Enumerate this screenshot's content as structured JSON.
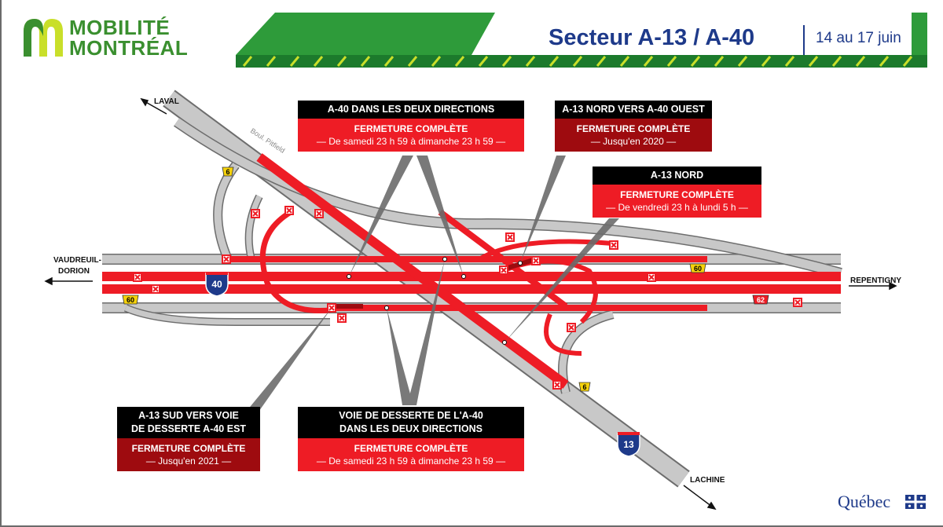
{
  "logo": {
    "line1": "MOBILITÉ",
    "line2": "MONTRÉAL",
    "color": "#3a8f2f"
  },
  "header": {
    "title": "Secteur A-13 / A-40",
    "dates": "14 au 17 juin",
    "band_color": "#2e9b3a",
    "stripe_color": "#c9df2a"
  },
  "places": {
    "laval": "LAVAL",
    "vaudreuil": "VAUDREUIL-",
    "dorion": "DORION",
    "repentigny": "REPENTIGNY",
    "lachine": "LACHINE",
    "pitfield": "Boul. Pitfield"
  },
  "shields": {
    "a40": "40",
    "a13": "13",
    "r6_a": "6",
    "r6_b": "6",
    "r60_a": "60",
    "r60_b": "60",
    "r62": "62"
  },
  "callouts": [
    {
      "id": "a40-both",
      "header": "A-40 DANS LES DEUX DIRECTIONS",
      "status": "FERMETURE COMPLÈTE",
      "detail": "— De samedi 23 h 59 à dimanche 23 h 59 —",
      "color": "#ee1c25"
    },
    {
      "id": "a13n-a40o",
      "header": "A-13 NORD VERS A-40 OUEST",
      "status": "FERMETURE COMPLÈTE",
      "detail": "— Jusqu'en 2020 —",
      "color": "#9e0b0f"
    },
    {
      "id": "a13n",
      "header": "A-13 NORD",
      "status": "FERMETURE COMPLÈTE",
      "detail": "— De vendredi 23 h à lundi 5 h —",
      "color": "#ee1c25"
    },
    {
      "id": "a13s-desserte",
      "header1": "A-13 SUD VERS VOIE",
      "header2": "DE DESSERTE A-40 EST",
      "status": "FERMETURE COMPLÈTE",
      "detail": "— Jusqu'en 2021 —",
      "color": "#9e0b0f"
    },
    {
      "id": "desserte-a40",
      "header1": "VOIE DE DESSERTE DE L'A-40",
      "header2": "DANS LES DEUX DIRECTIONS",
      "status": "FERMETURE COMPLÈTE",
      "detail": "— De samedi 23 h 59 à dimanche 23 h 59 —",
      "color": "#ee1c25"
    }
  ],
  "footer": {
    "brand": "Québec"
  },
  "colors": {
    "closure_red": "#ee1c25",
    "road_grey": "#c8c8c8",
    "road_edge": "#6d6d6d"
  }
}
